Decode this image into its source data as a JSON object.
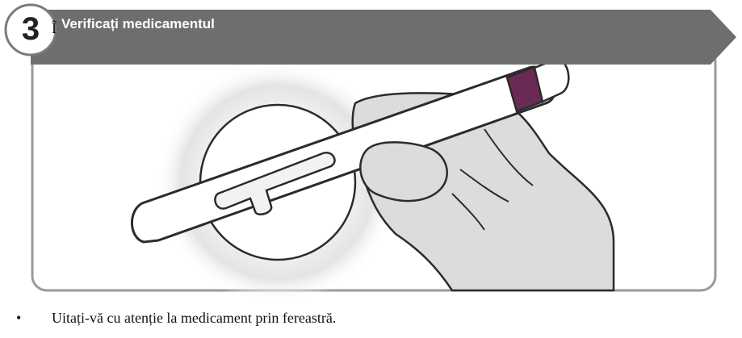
{
  "step": {
    "number": "3",
    "title": "Verificați medicamentul"
  },
  "illustration": {
    "subject": "pen-injector-in-hand",
    "cap_color": "#6b2a54",
    "banner_color": "#6e6e6e",
    "frame_color": "#9a9a9a"
  },
  "instructions": [
    "Uitați-vă cu atenție la medicament prin fereastră."
  ],
  "truncated_next_line": "Î"
}
